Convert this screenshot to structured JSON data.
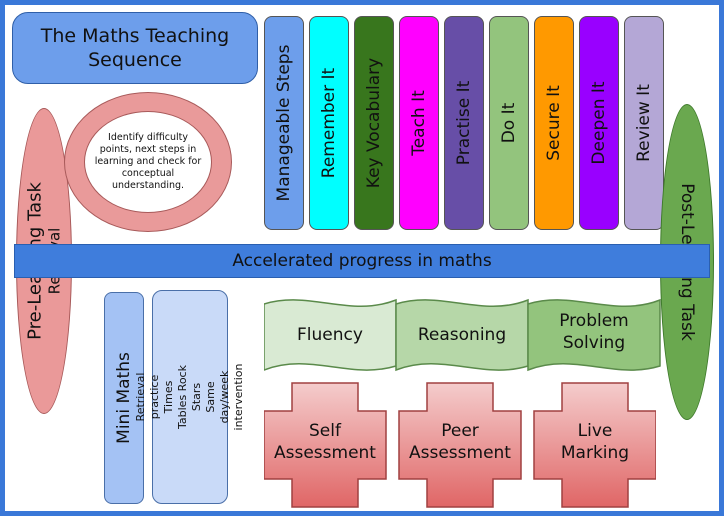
{
  "title": "The Maths Teaching\nSequence",
  "ring_text": "Identify difficulty points, next steps in learning and check for conceptual understanding.",
  "pre_task": {
    "title": "Pre-Learning Task",
    "subtitle": "Retrieval"
  },
  "post_task": {
    "title": "Post-Learning Task"
  },
  "sequence": [
    {
      "label": "Manageable Steps",
      "color": "#6d9eeb"
    },
    {
      "label": "Remember It",
      "color": "#00ffff"
    },
    {
      "label": "Key Vocabulary",
      "color": "#38761d"
    },
    {
      "label": "Teach It",
      "color": "#ff00ff"
    },
    {
      "label": "Practise It",
      "color": "#674ea7"
    },
    {
      "label": "Do It",
      "color": "#93c47d"
    },
    {
      "label": "Secure It",
      "color": "#ff9900"
    },
    {
      "label": "Deepen It",
      "color": "#9900ff"
    },
    {
      "label": "Review It",
      "color": "#b4a7d6"
    }
  ],
  "band": "Accelerated progress in maths",
  "mini_maths": "Mini Maths",
  "retrieval_practice": "Retrieval practice\nTimes Tables Rock Stars\nSame day/week intervention",
  "skills": [
    {
      "label": "Fluency",
      "color": "#d9ead3"
    },
    {
      "label": "Reasoning",
      "color": "#b6d7a8"
    },
    {
      "label": "Problem\nSolving",
      "color": "#93c47d"
    }
  ],
  "assessments": [
    {
      "label": "Self\nAssessment"
    },
    {
      "label": "Peer\nAssessment"
    },
    {
      "label": "Live\nMarking"
    }
  ],
  "cross_color": "#e06666"
}
